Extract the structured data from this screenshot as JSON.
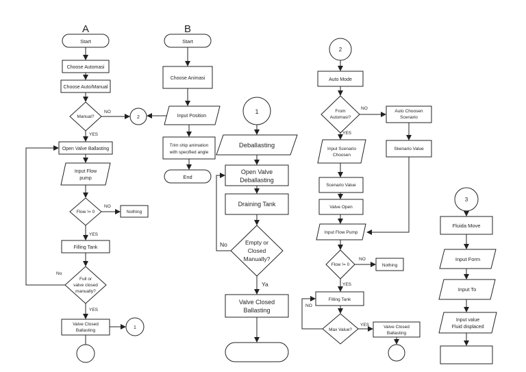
{
  "headers": {
    "a": "A",
    "b": "B"
  },
  "flow_a": {
    "start": "Start",
    "choose_automasi": "Choose Automasi",
    "choose_auto_manual": "Choose Auto/Manual",
    "manual_decision": "Manual?",
    "manual_no": "NO",
    "manual_yes": "YES",
    "connector_2": "2",
    "open_valve": "Open Valve Ballasting",
    "input_flow_pump": [
      "Input Flow",
      "pump"
    ],
    "flow_decision": "Flow != 0",
    "flow_no": "NO",
    "nothing": "Nothing",
    "flow_yes": "YES",
    "filling_tank": "Filling Tank",
    "full_decision": [
      "Full or",
      "valve closed",
      "manually?"
    ],
    "full_no": "No",
    "full_yes": "YES",
    "valve_closed": [
      "Valve Closed",
      "Ballasting"
    ],
    "connector_1": "1"
  },
  "flow_b": {
    "start": "Start",
    "choose_animasi": "Choose Animasi",
    "input_position": "Input Position",
    "trim_ship": [
      "Trim ship animation",
      "with specified angle"
    ],
    "end": "End"
  },
  "flow_1": {
    "connector": "1",
    "deballasting": "Deballasting",
    "open_valve": [
      "Open Valve",
      "Deballasting"
    ],
    "draining_tank": "Draining Tank",
    "empty_decision": [
      "Empty or",
      "Closed",
      "Manually?"
    ],
    "empty_no": "No",
    "empty_ya": "Ya",
    "valve_closed": [
      "Valve Closed",
      "Ballasting"
    ]
  },
  "flow_2": {
    "connector": "2",
    "auto_mode": "Auto Mode",
    "from_decision": [
      "From",
      "Automasi?"
    ],
    "from_no": "NO",
    "from_yes": "YES",
    "auto_choosen": [
      "Auto Choosen",
      "Scenario"
    ],
    "input_scenario": [
      "Input Scenario",
      "Choosen"
    ],
    "skenario_value": "Skenario Value",
    "scenario_value": "Scenario Value",
    "valve_open": "Valve Open",
    "input_flow_pump": "Input Flow Pump",
    "flow_decision": "Flow != 0",
    "flow_no": "NO",
    "nothing": "Nothing",
    "flow_yes": "YES",
    "filling_tank": "Filling Tank",
    "max_decision": "Max Value?",
    "max_no": "NO",
    "max_yes": "YES",
    "valve_closed": [
      "Valve Closed",
      "Ballasting"
    ]
  },
  "flow_3": {
    "connector": "3",
    "fluida_move": "Fluida Move",
    "input_form": "Input Form",
    "input_to": "Input To",
    "input_value": [
      "Input value",
      "Fluid displaced"
    ]
  }
}
